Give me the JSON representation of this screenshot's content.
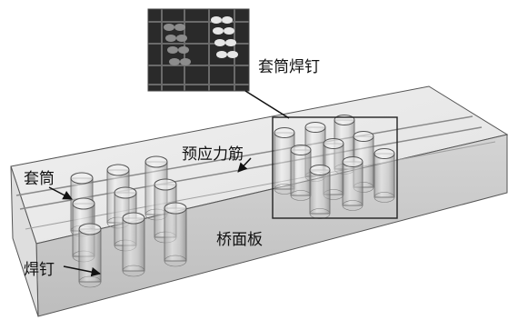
{
  "labels": {
    "sleeve_weld_stud": "套筒焊钉",
    "prestress_tendon": "预应力筋",
    "sleeve": "套筒",
    "deck_slab": "桥面板",
    "weld_stud": "焊钉"
  },
  "colors": {
    "slab_top": "#ececec",
    "slab_front": "#c9c9c9",
    "slab_right": "#d9d9d9",
    "edge": "#555555",
    "photo_bg": "#2a2a2a"
  }
}
